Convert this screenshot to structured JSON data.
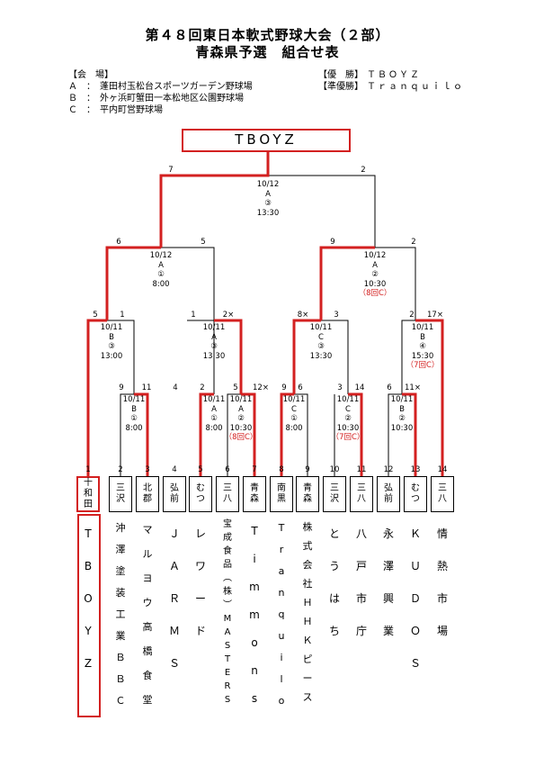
{
  "title_line1": "第４８回東日本軟式野球大会（２部）",
  "title_line2": "青森県予選　組合せ表",
  "venues": {
    "header": "【会　場】",
    "a": "Ａ　：　蓬田村玉松台スポーツガーデン野球場",
    "b": "Ｂ　：　外ヶ浜町蟹田一本松地区公園野球場",
    "c": "Ｃ　：　平内町営野球場"
  },
  "results": {
    "winner_label": "【優　勝】",
    "winner": "ＴＢＯＹＺ",
    "runner_label": "【準優勝】",
    "runner": "Ｔｒａｎｑｕｉｌｏ"
  },
  "champion": "TBOYZ",
  "final": {
    "date": "10/12",
    "venue": "A",
    "no": "③",
    "time": "13:30",
    "score_left": "7",
    "score_right": "2"
  },
  "semis": [
    {
      "date": "10/12",
      "venue": "A",
      "no": "①",
      "time": "8:00",
      "score_left": "6",
      "score_right": "5"
    },
    {
      "date": "10/12",
      "venue": "A",
      "no": "②",
      "time": "10:30",
      "note": "（8回C）",
      "score_left": "9",
      "score_right": "2"
    }
  ],
  "r2": [
    {
      "date": "10/11",
      "venue": "B",
      "no": "③",
      "time": "13:00",
      "score_left": "5",
      "score_right": "1"
    },
    {
      "date": "10/11",
      "venue": "A",
      "no": "③",
      "time": "13:30",
      "score_left": "1",
      "score_right": "2×"
    },
    {
      "date": "10/11",
      "venue": "C",
      "no": "③",
      "time": "13:30",
      "score_left": "8×",
      "score_right": "3"
    },
    {
      "date": "10/11",
      "venue": "B",
      "no": "④",
      "time": "15:30",
      "note": "（7回C）",
      "score_left": "2",
      "score_right": "17×"
    }
  ],
  "r1": [
    {
      "date": "10/11",
      "venue": "B",
      "no": "①",
      "time": "8:00",
      "score_left": "9",
      "score_right": "11"
    },
    {
      "date": "10/11",
      "venue": "A",
      "no": "①",
      "time": "8:00",
      "score_left": "4",
      "score_right": "2"
    },
    {
      "date": "10/11",
      "venue": "A",
      "no": "②",
      "time": "10:30",
      "note": "（8回C）",
      "score_left": "5",
      "score_right": "12×"
    },
    {
      "date": "10/11",
      "venue": "C",
      "no": "①",
      "time": "8:00",
      "score_left": "9",
      "score_right": "6"
    },
    {
      "date": "10/11",
      "venue": "C",
      "no": "②",
      "time": "10:30",
      "note": "（7回C）",
      "score_left": "3",
      "score_right": "14"
    },
    {
      "date": "10/11",
      "venue": "B",
      "no": "②",
      "time": "10:30",
      "score_left": "6",
      "score_right": "11×"
    }
  ],
  "teams": [
    {
      "num": "1",
      "region": [
        "十",
        "和",
        "田"
      ],
      "name": [
        "T",
        "B",
        "O",
        "Y",
        "Z"
      ]
    },
    {
      "num": "2",
      "region": [
        "三",
        "沢"
      ],
      "name": [
        "沖",
        "澤",
        "塗",
        "装",
        "工",
        "業",
        "Ｂ",
        "Ｂ",
        "Ｃ"
      ]
    },
    {
      "num": "3",
      "region": [
        "北",
        "郡"
      ],
      "name": [
        "マ",
        "ル",
        "ヨ",
        "ウ",
        "高",
        "橋",
        "食",
        "堂"
      ]
    },
    {
      "num": "4",
      "region": [
        "弘",
        "前"
      ],
      "name": [
        "Ｊ",
        "Ａ",
        "Ｒ",
        "Ｍ",
        "Ｓ"
      ]
    },
    {
      "num": "5",
      "region": [
        "む",
        "つ"
      ],
      "name": [
        "レ",
        "ワ",
        "ー",
        "ド"
      ]
    },
    {
      "num": "6",
      "region": [
        "三",
        "八"
      ],
      "name": [
        "宝",
        "成",
        "食",
        "品",
        "︵",
        "株",
        "︶",
        "M",
        "A",
        "S",
        "T",
        "E",
        "R",
        "S"
      ]
    },
    {
      "num": "7",
      "region": [
        "青",
        "森"
      ],
      "name": [
        "T",
        "i",
        "m",
        "m",
        "o",
        "n",
        "s"
      ]
    },
    {
      "num": "8",
      "region": [
        "南",
        "黒"
      ],
      "name": [
        "T",
        "r",
        "a",
        "n",
        "q",
        "u",
        "i",
        "l",
        "o"
      ]
    },
    {
      "num": "9",
      "region": [
        "青",
        "森"
      ],
      "name": [
        "株",
        "式",
        "会",
        "社",
        "Ｈ",
        "Ｈ",
        "Ｋ",
        "ピ",
        "ー",
        "ス"
      ]
    },
    {
      "num": "10",
      "region": [
        "三",
        "沢"
      ],
      "name": [
        "と",
        "う",
        "は",
        "ち"
      ]
    },
    {
      "num": "11",
      "region": [
        "三",
        "八"
      ],
      "name": [
        "八",
        "戸",
        "市",
        "庁"
      ]
    },
    {
      "num": "12",
      "region": [
        "弘",
        "前"
      ],
      "name": [
        "永",
        "澤",
        "興",
        "業"
      ]
    },
    {
      "num": "13",
      "region": [
        "む",
        "つ"
      ],
      "name": [
        "Ｋ",
        "Ｕ",
        "Ｄ",
        "Ｏ",
        "Ｓ"
      ]
    },
    {
      "num": "14",
      "region": [
        "三",
        "八"
      ],
      "name": [
        "情",
        "熱",
        "市",
        "場"
      ]
    }
  ]
}
